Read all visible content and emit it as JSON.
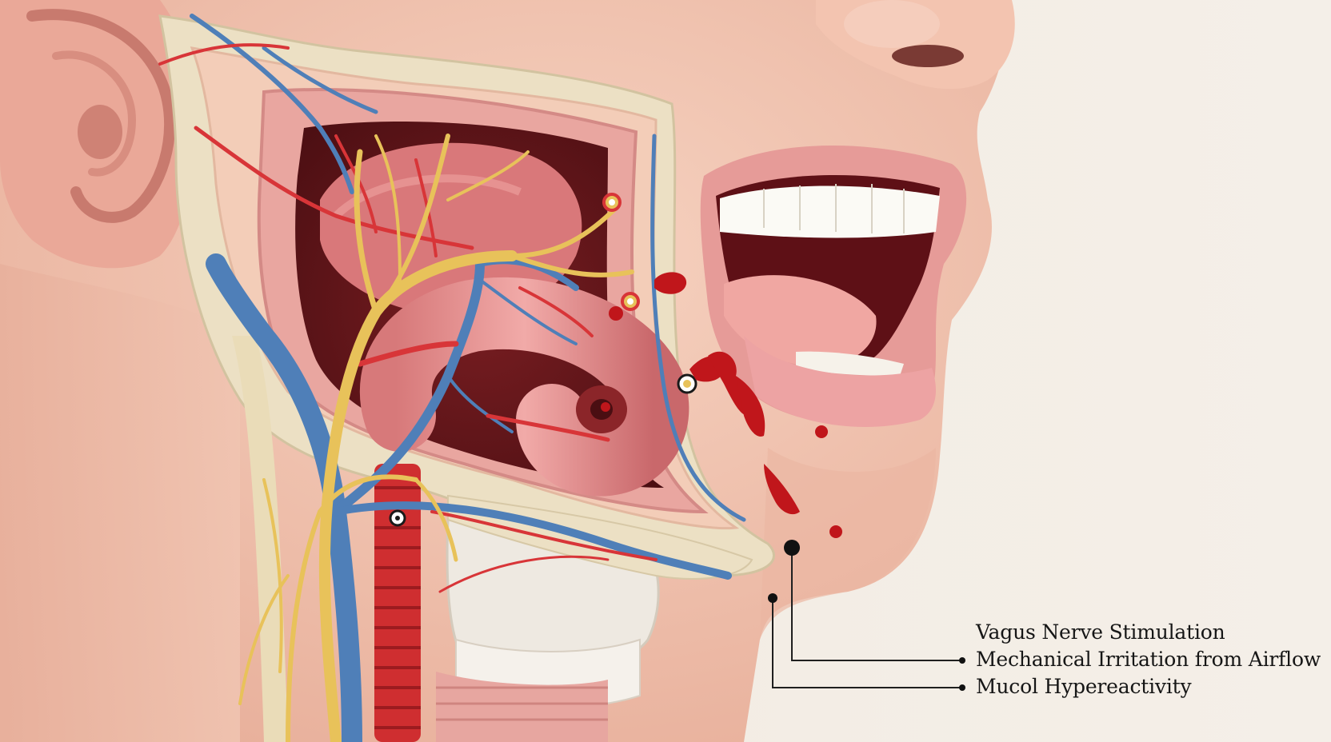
{
  "labels": [
    "Vagus Nerve Stimulation",
    "Mechanical Irritation from Airflow",
    "Mucol Hypereactivity"
  ],
  "colors": {
    "background": "#f2ece4",
    "skin": "#efc1ac",
    "bone": "#eadfc3",
    "nerve": "#e8c25a",
    "vein": "#4f7fb8",
    "artery": "#d83538",
    "tissue": "#d88a86",
    "blood": "#c0161b"
  },
  "icons": [
    "ear",
    "nose",
    "mouth",
    "teeth",
    "tongue",
    "trachea",
    "nerve-branches",
    "blood-drops",
    "leader-dots"
  ]
}
